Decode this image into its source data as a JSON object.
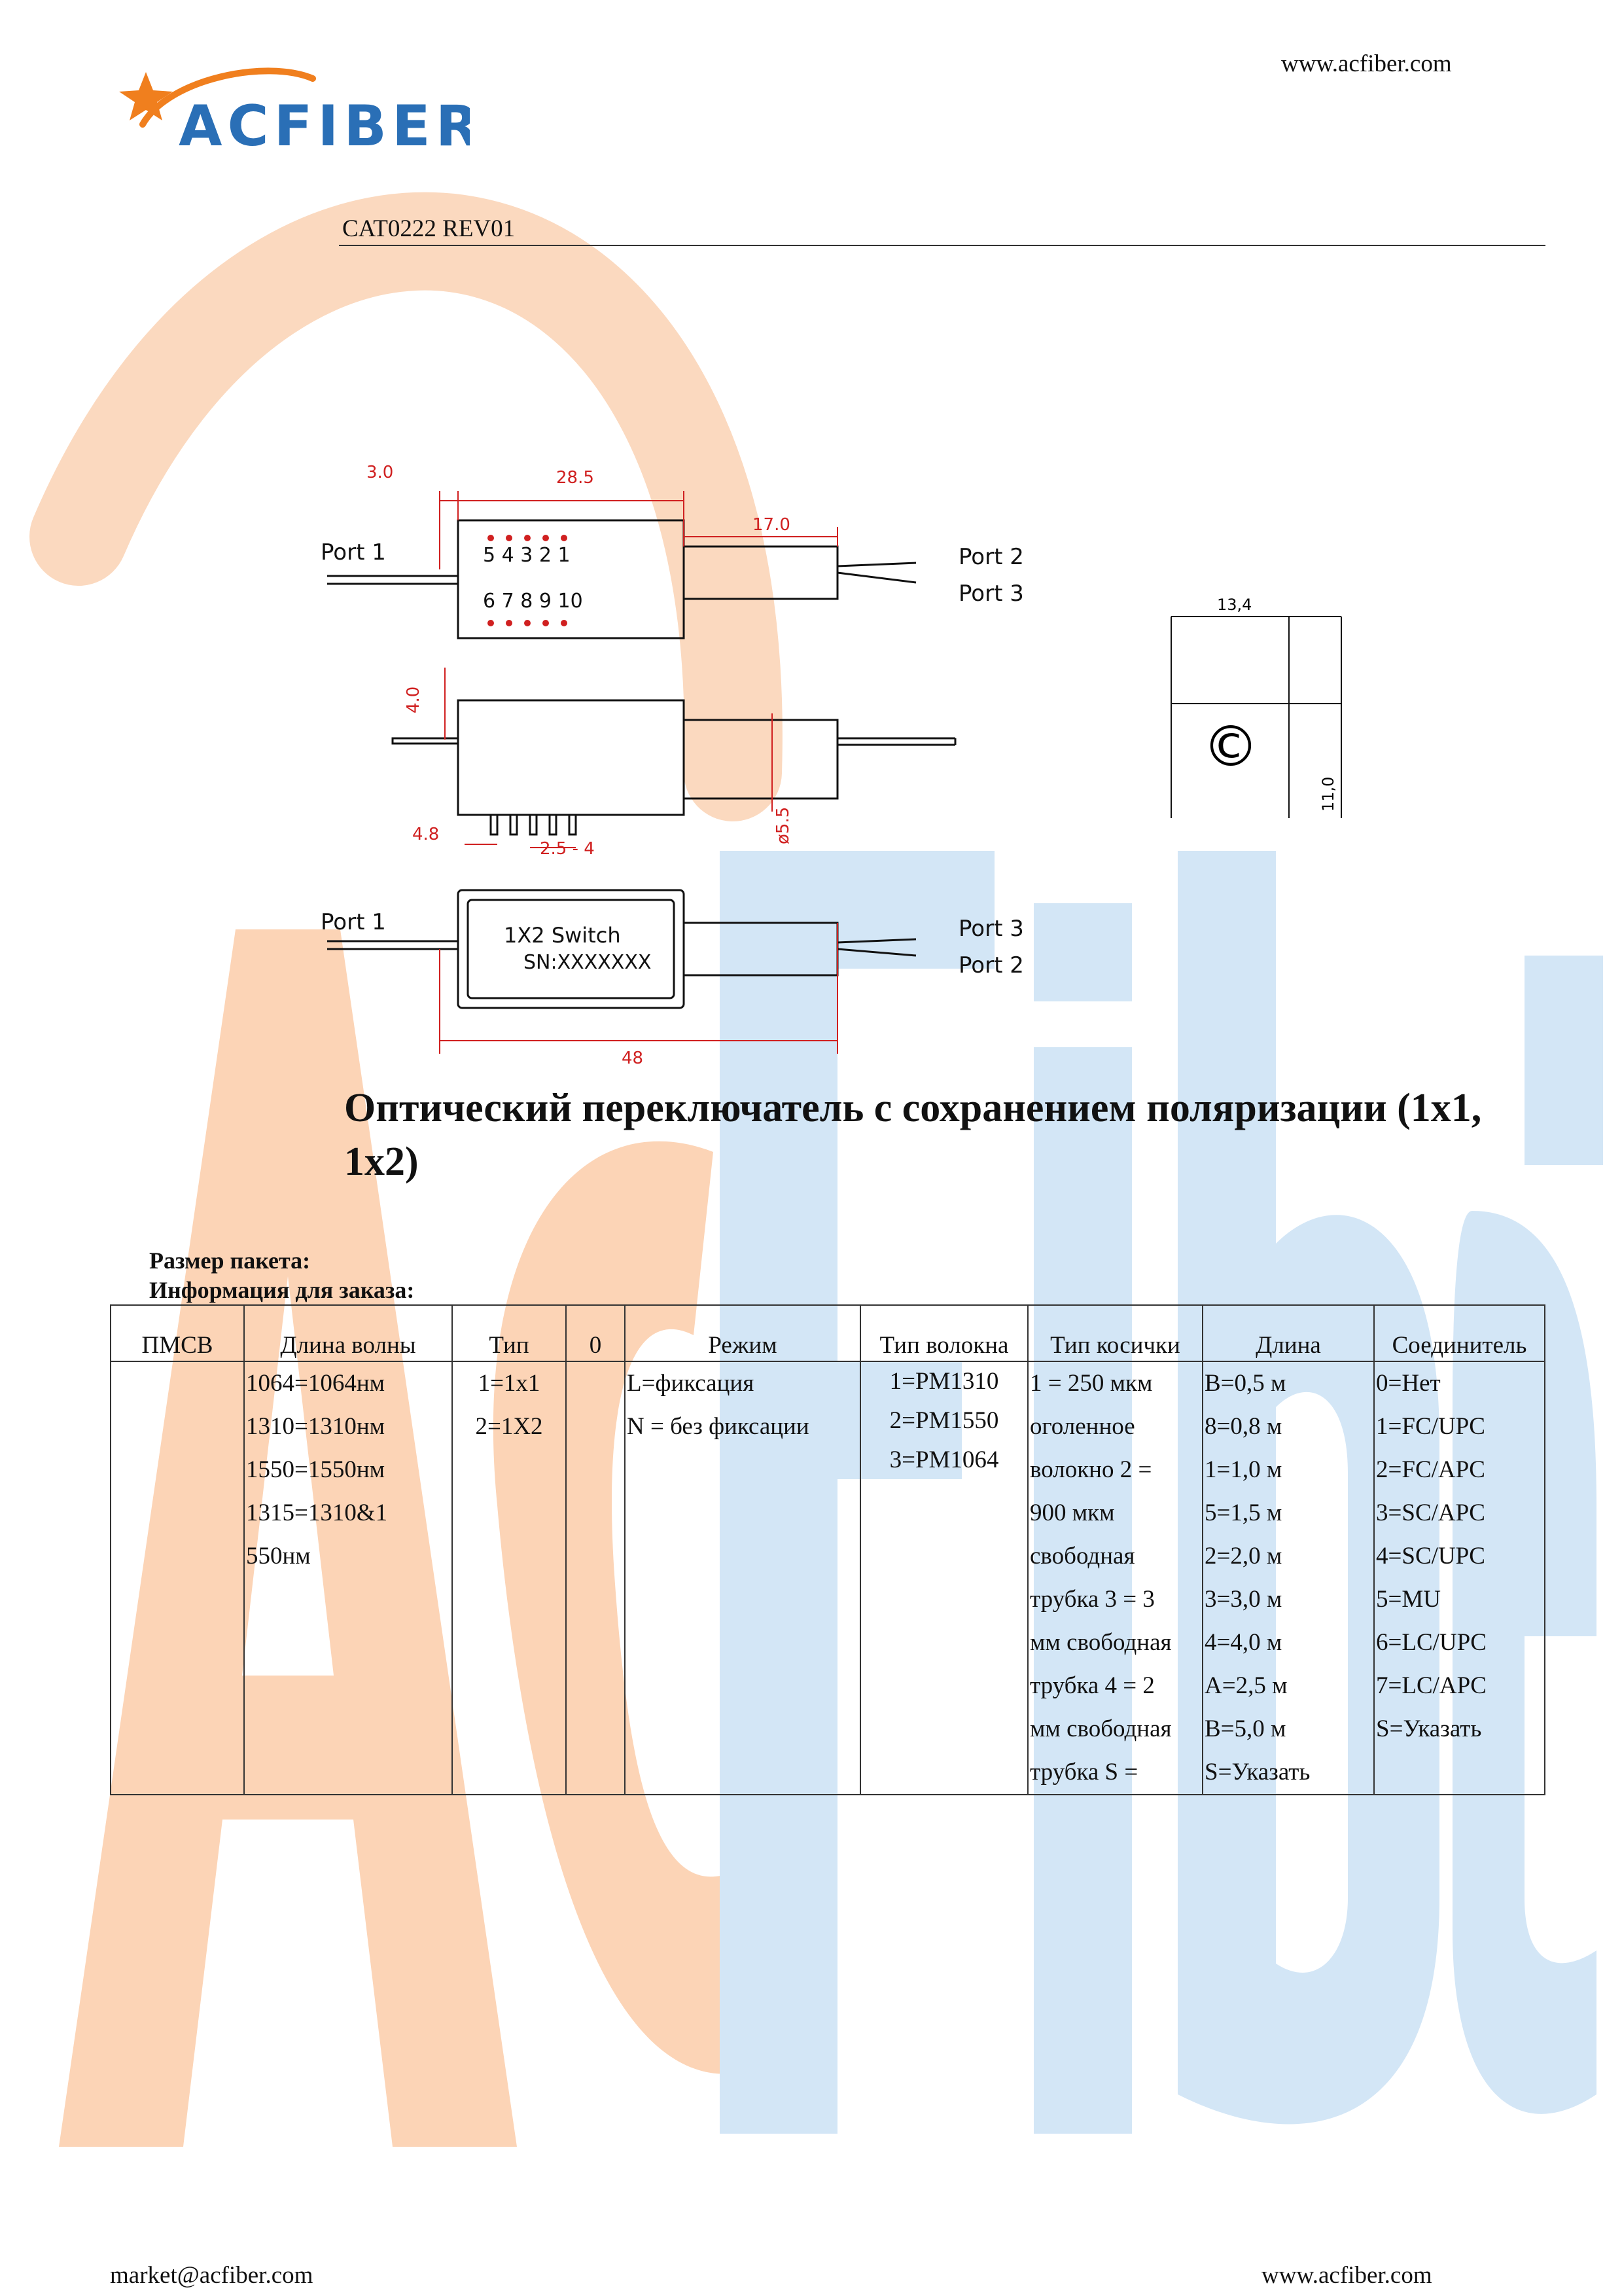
{
  "brand": {
    "logo_text": "ACFIBER",
    "watermark_text": "AcFiber"
  },
  "header": {
    "url": "www.acfiber.com",
    "catalog_ref": "CAT0222 REV01"
  },
  "drawing": {
    "dim_top_offset": "3.0",
    "dim_body_length": "28.5",
    "dim_tube_length": "17.0",
    "dim_height": "4.0",
    "dim_pin_offset": "4.8",
    "dim_pin_pitch": "2.5 - 4",
    "dim_tube_dia": "ø5.5",
    "dim_total_length": "48",
    "port1_label": "Port 1",
    "port2_label": "Port 2",
    "port3_label": "Port 3",
    "pin_numbers_top": [
      "5",
      "4",
      "3",
      "2",
      "1"
    ],
    "pin_numbers_bottom": [
      "6",
      "7",
      "8",
      "9",
      "10"
    ],
    "label_line1": "1X2 Switch",
    "label_line2": "SN:XXXXXXX",
    "side_dim_width": "13,4",
    "side_dim_height": "11,0",
    "side_symbol": "©"
  },
  "title": {
    "text": "Оптический переключатель с сохранением поляризации (1x1, 1x2)"
  },
  "package_size": {
    "label": "Размер пакета:"
  },
  "order_info": {
    "label": "Информация для заказа:"
  },
  "table": {
    "headers": [
      "ПМСВ",
      "Длина волны",
      "Тип",
      "0",
      "Режим",
      "Тип волокна",
      "Тип косички",
      "Длина",
      "Соединитель"
    ],
    "columns": [
      [],
      [
        "1064=1064нм",
        "1310=1310нм",
        "1550=1550нм",
        "1315=1310&1",
        "550нм"
      ],
      [
        "1=1x1",
        "2=1X2"
      ],
      [],
      [
        "L=фиксация",
        "N = без фиксации"
      ],
      [
        "1=PM1310",
        "2=PM1550",
        "3=PM1064"
      ],
      [
        "1 = 250 мкм",
        "оголенное",
        "волокно 2 =",
        "900 мкм",
        "свободная",
        "трубка 3 = 3",
        "мм свободная",
        "трубка 4 = 2",
        "мм свободная",
        "трубка S ="
      ],
      [
        "B=0,5 м",
        "8=0,8 м",
        "1=1,0 м",
        "5=1,5 м",
        "2=2,0 м",
        "3=3,0 м",
        "4=4,0 м",
        "A=2,5 м",
        "B=5,0 м",
        "S=Указать"
      ],
      [
        "0=Нет",
        "1=FC/UPC",
        "2=FC/APC",
        "3=SC/APC",
        "4=SC/UPC",
        "5=MU",
        "6=LC/UPC",
        "7=LC/APC",
        "S=Указать"
      ]
    ]
  },
  "footer": {
    "email": "market@acfiber.com",
    "url": "www.acfiber.com"
  },
  "colors": {
    "logo_blue": "#2a6fb6",
    "logo_orange": "#f07f1e",
    "watermark_orange": "#fbd3b4",
    "watermark_blue": "#cfe4f5"
  }
}
